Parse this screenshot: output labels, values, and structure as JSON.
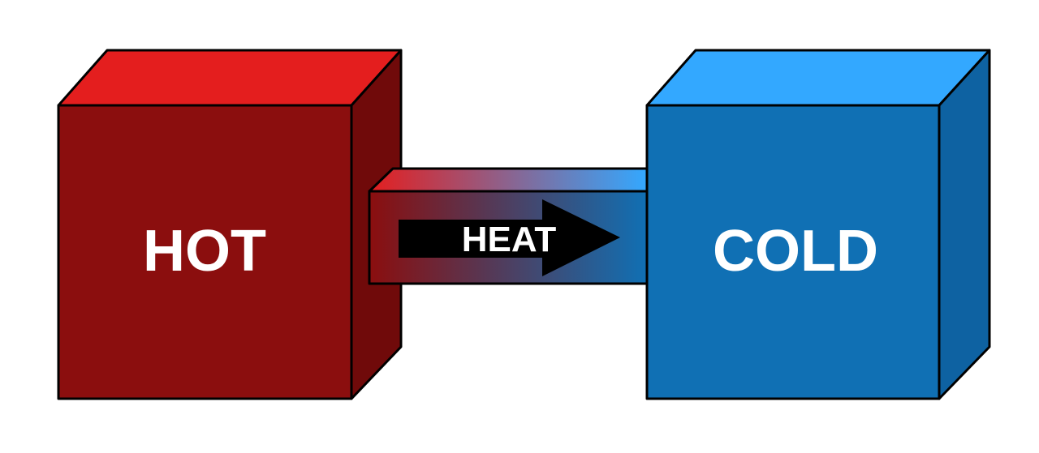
{
  "hot_box": {
    "label": "HOT",
    "front_color": "#8B0E0E",
    "top_color": "#E41E1E",
    "side_color": "#700A0A"
  },
  "cold_box": {
    "label": "COLD",
    "front_color": "#1070B4",
    "top_color": "#33A8FF",
    "side_color": "#0E62A2"
  },
  "connector": {
    "arrow_label": "HEAT",
    "arrow_color": "#000000"
  },
  "outline_color": "#000000",
  "text_color": "#FFFFFF"
}
